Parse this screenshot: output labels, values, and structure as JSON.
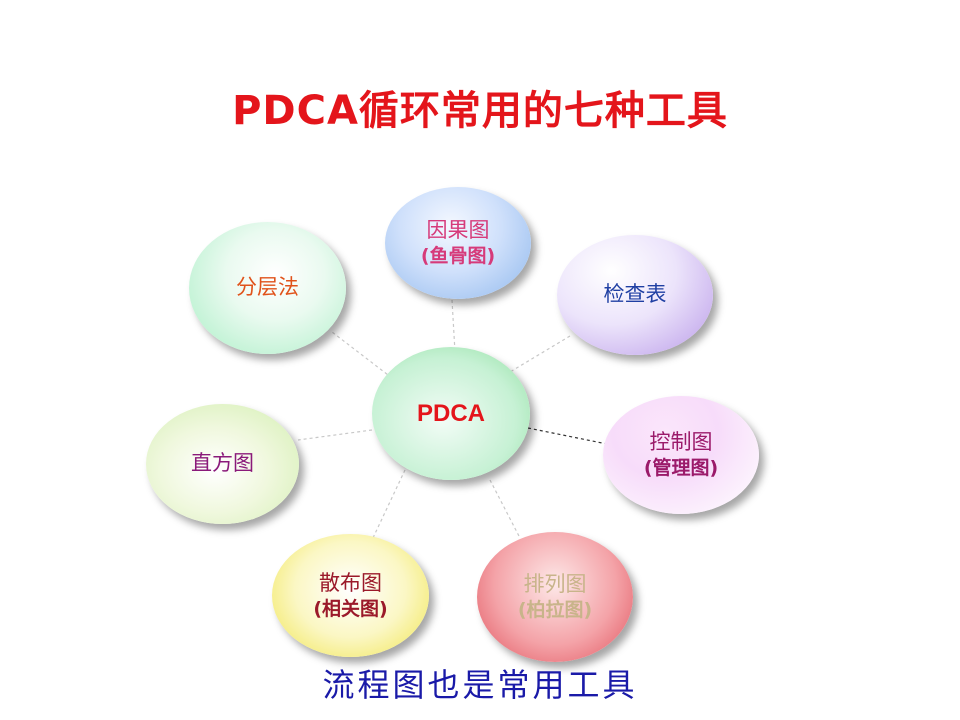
{
  "title": "PDCA循环常用的七种工具",
  "center": {
    "label": "PDCA",
    "color": "#e4151b"
  },
  "tools": [
    {
      "id": "fishbone",
      "line1": "因果图",
      "line2": "(鱼骨图)",
      "color": "#d63a7a"
    },
    {
      "id": "checksheet",
      "line1": "检查表",
      "line2": "",
      "color": "#1f3fa3"
    },
    {
      "id": "control",
      "line1": "控制图",
      "line2": "(管理图)",
      "color": "#9b1a6a"
    },
    {
      "id": "pareto",
      "line1": "排列图",
      "line2": "(柏拉图)",
      "color": "#c8b48a"
    },
    {
      "id": "scatter",
      "line1": "散布图",
      "line2": "(相关图)",
      "color": "#9b1a2a"
    },
    {
      "id": "histogram",
      "line1": "直方图",
      "line2": "",
      "color": "#8a1a7a"
    },
    {
      "id": "stratification",
      "line1": "分层法",
      "line2": "",
      "color": "#e0531b"
    }
  ],
  "footer": "流程图也是常用工具"
}
